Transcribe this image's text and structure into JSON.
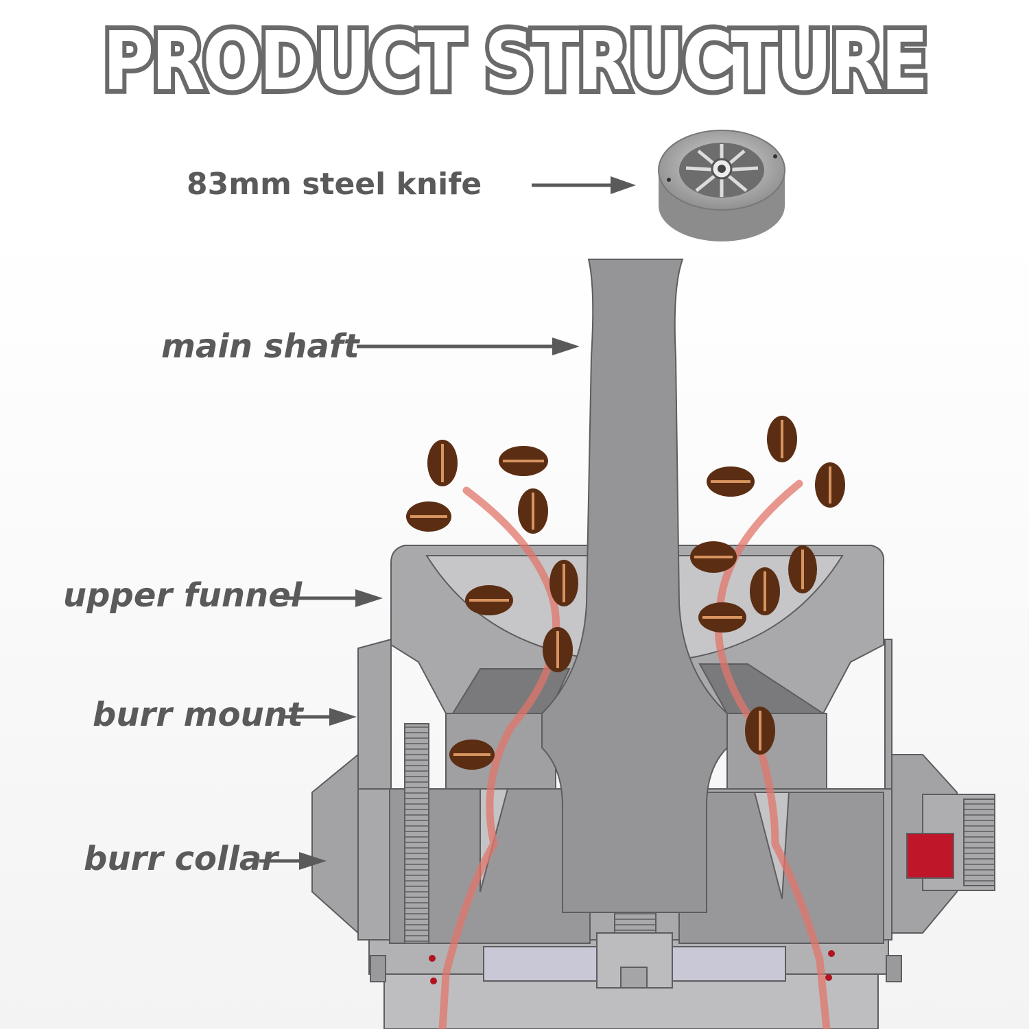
{
  "title": "PRODUCT STRUCTURE",
  "labels": {
    "knife": "83mm steel knife",
    "main_shaft": "main shaft",
    "upper_funnel": "upper funnel",
    "burr_mount": "burr mount",
    "burr_collar": "burr collar"
  },
  "colors": {
    "label_text": "#5a5a5a",
    "metal": "#9d9d9f",
    "metal_dark": "#6e6e70",
    "metal_light": "#c4c4c6",
    "bean": "#5b2e14",
    "bean_stripe": "#d8945f",
    "grind_path": "#e0766a",
    "red_part": "#c0162a"
  }
}
